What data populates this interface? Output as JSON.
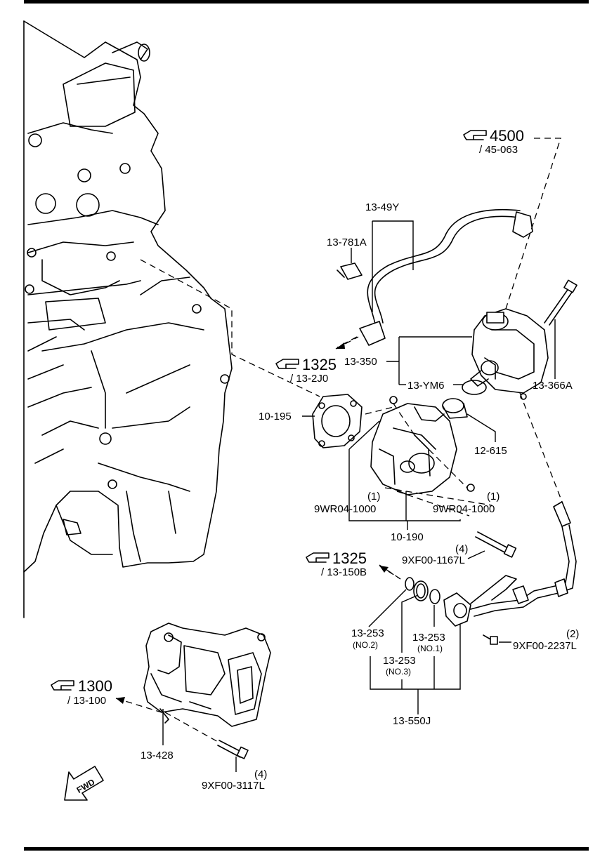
{
  "references": {
    "r4500": {
      "main": "4500",
      "sub": "/ 45-063",
      "icon": "pointing-hand-icon"
    },
    "r1325a": {
      "main": "1325",
      "sub": "/ 13-2J0",
      "icon": "pointing-hand-icon"
    },
    "r1325b": {
      "main": "1325",
      "sub": "/ 13-150B",
      "icon": "pointing-hand-icon"
    },
    "r1300": {
      "main": "1300",
      "sub": "/ 13-100",
      "icon": "pointing-hand-icon"
    }
  },
  "parts": {
    "p13_49Y": "13-49Y",
    "p13_781A": "13-781A",
    "p13_350": "13-350",
    "p13_YM6": "13-YM6",
    "p13_366A": "13-366A",
    "p10_195": "10-195",
    "p12_615": "12-615",
    "p9WR_left": "9WR04-1000",
    "p9WR_left_qty": "(1)",
    "p9WR_right": "9WR04-1000",
    "p9WR_right_qty": "(1)",
    "p10_190": "10-190",
    "p9XF_1167_qty": "(4)",
    "p9XF_1167": "9XF00-1167L",
    "p13_253_no2": "13-253",
    "p13_253_no2_sub": "(NO.2)",
    "p13_253_no3": "13-253",
    "p13_253_no3_sub": "(NO.3)",
    "p13_253_no1": "13-253",
    "p13_253_no1_sub": "(NO.1)",
    "p9XF_2237_qty": "(2)",
    "p9XF_2237": "9XF00-2237L",
    "p13_550J": "13-550J",
    "p13_428": "13-428",
    "p9XF_3117_qty": "(4)",
    "p9XF_3117": "9XF00-3117L"
  },
  "fwd_label": "FWD"
}
